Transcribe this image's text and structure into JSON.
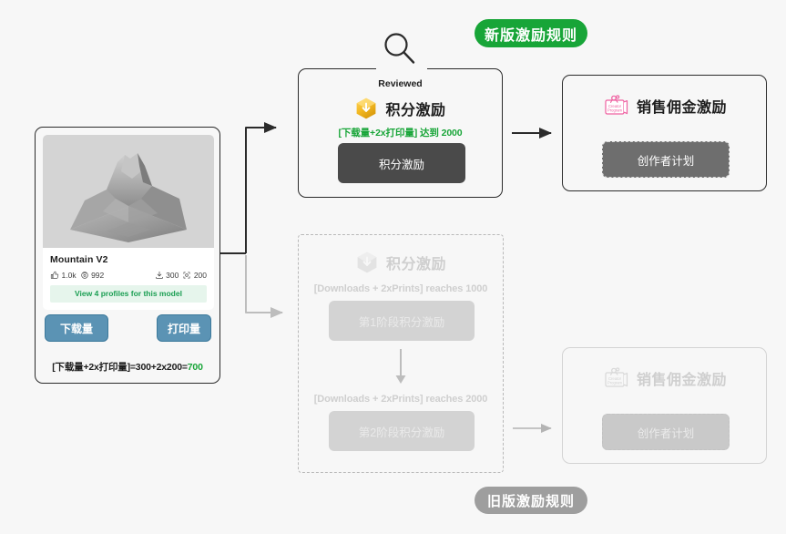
{
  "badges": {
    "new_rules": "新版激励规则",
    "old_rules": "旧版激励规则",
    "new_color": "#18a538",
    "old_color": "#9e9e9e"
  },
  "model_card": {
    "title": "Mountain V2",
    "thumbnail_alt": "3d-mountain-terrain-render",
    "stats": [
      {
        "icon": "thumbs-up-icon",
        "value": "1.0k"
      },
      {
        "icon": "collect-icon",
        "value": "992"
      },
      {
        "icon": "download-icon",
        "value": "300"
      },
      {
        "icon": "print-icon",
        "value": "200"
      }
    ],
    "profiles_link": "View 4 profiles for this model",
    "callouts": {
      "download": "下载量",
      "print": "打印量"
    },
    "formula": {
      "expression": "[下载量+2x打印量]=300+2x200=",
      "result": "700",
      "result_color": "#18a538"
    }
  },
  "new_flow": {
    "reviewed_label": "Reviewed",
    "points_card": {
      "icon": "points-badge-icon",
      "title": "积分激励",
      "condition": "[下载量+2x打印量] 达到 2000",
      "button": "积分激励"
    },
    "sales_card": {
      "icon": "creator-program-icon",
      "title": "销售佣金激励",
      "button": "创作者计划"
    }
  },
  "old_flow": {
    "points_card": {
      "icon": "points-badge-icon",
      "title": "积分激励",
      "stage1_condition": "[Downloads + 2xPrints] reaches 1000",
      "stage1_button": "第1阶段积分激励",
      "stage2_condition": "[Downloads + 2xPrints] reaches 2000",
      "stage2_button": "第2阶段积分激励"
    },
    "sales_card": {
      "icon": "creator-program-icon",
      "title": "销售佣金激励",
      "button": "创作者计划"
    }
  }
}
